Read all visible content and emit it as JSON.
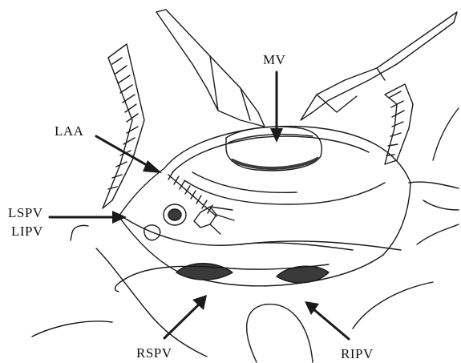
{
  "labels": {
    "mv": "MV",
    "laa": "LAA",
    "lspv": "LSPV",
    "lipv": "LIPV",
    "rspv": "RSPV",
    "ripv": "RIPV"
  },
  "colors": {
    "ink": "#1a1a1a",
    "paper": "#ffffff",
    "shade": "#3a3a3a"
  }
}
